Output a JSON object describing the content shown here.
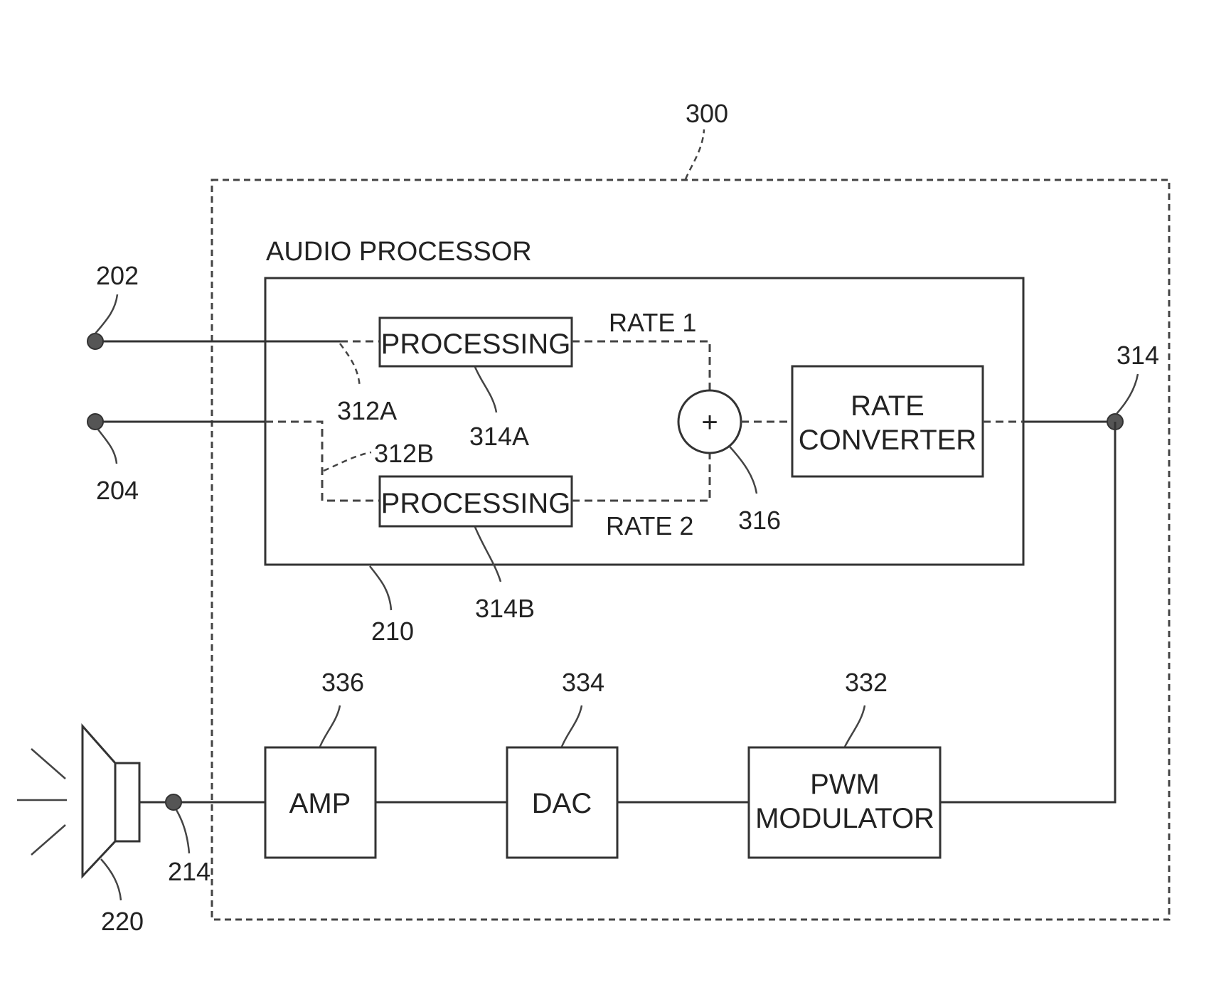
{
  "diagram": {
    "ref_300": "300",
    "audio_processor_title": "AUDIO PROCESSOR",
    "ref_210": "210",
    "ref_202": "202",
    "ref_204": "204",
    "ref_312a": "312A",
    "ref_312b": "312B",
    "processing_a": "PROCESSING",
    "processing_b": "PROCESSING",
    "ref_314a": "314A",
    "ref_314b": "314B",
    "rate_1": "RATE 1",
    "rate_2": "RATE 2",
    "summer_symbol": "+",
    "ref_316": "316",
    "rate_converter_line1": "RATE",
    "rate_converter_line2": "CONVERTER",
    "ref_314": "314",
    "amp": "AMP",
    "dac": "DAC",
    "pwm_line1": "PWM",
    "pwm_line2": "MODULATOR",
    "ref_336": "336",
    "ref_334": "334",
    "ref_332": "332",
    "ref_214": "214",
    "ref_220": "220"
  }
}
